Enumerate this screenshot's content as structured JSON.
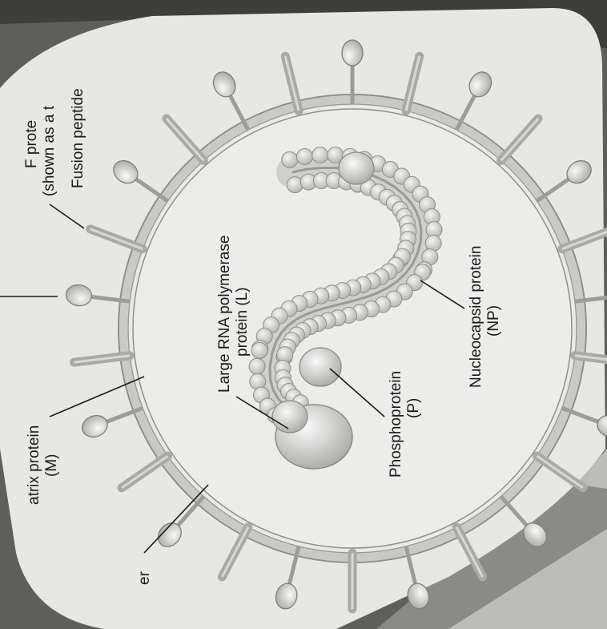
{
  "labels": {
    "f_protein_1": "F prote",
    "f_protein_2": "(shown as a t",
    "fusion_peptide": "Fusion peptide",
    "large_rna_1": "Large RNA polymerase",
    "large_rna_2": "protein (L)",
    "phospho_1": "Phosphoprotein",
    "phospho_2": "(P)",
    "nucleo_1": "Nucleocapsid protein",
    "nucleo_2": "(NP)",
    "matrix_1": "atrix protein",
    "matrix_2": "(M)",
    "lipid": "er"
  }
}
